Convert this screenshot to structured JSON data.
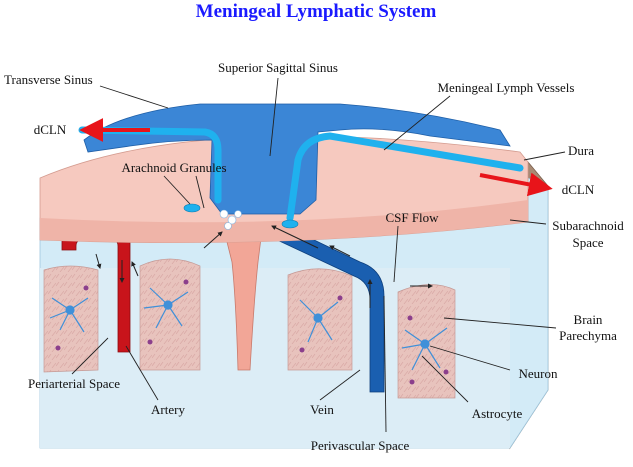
{
  "title": "Meningeal Lymphatic System",
  "labels": {
    "superior_sagittal_sinus": "Superior Sagittal Sinus",
    "transverse_sinus": "Transverse Sinus",
    "meningeal_lymph_vessels": "Meningeal Lymph Vessels",
    "dcln_left": "dCLN",
    "dcln_right": "dCLN",
    "arachnoid_granules": "Arachnoid Granules",
    "dura": "Dura",
    "csf_flow": "CSF Flow",
    "subarachnoid_space_line1": "Subarachnoid",
    "subarachnoid_space_line2": "Space",
    "brain_parenchyma_line1": "Brain",
    "brain_parenchyma_line2": "Parechyma",
    "neuron": "Neuron",
    "astrocyte": "Astrocyte",
    "periarterial_space": "Periarterial Space",
    "artery": "Artery",
    "vein": "Vein",
    "perivascular_space": "Perivascular Space"
  },
  "colors": {
    "title": "#1a1aff",
    "dura": "#f6c9bf",
    "sinus": "#3b86d6",
    "lymph": "#1fb1ee",
    "csf": "#d3ebf7",
    "brain_side": "#a88a74",
    "artery": "#c8141b",
    "vein": "#1a5fb0",
    "arrow_red": "#e8141a",
    "parenchyma": "#e9c5c0"
  }
}
